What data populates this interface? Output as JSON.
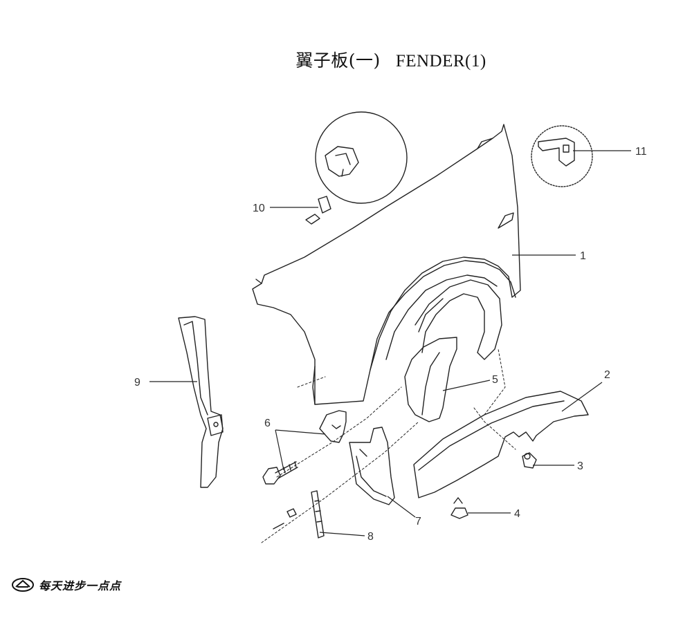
{
  "title": {
    "cn": "翼子板(一)",
    "en": "FENDER(1)"
  },
  "callouts": [
    {
      "id": "c1",
      "label": "1"
    },
    {
      "id": "c2",
      "label": "2"
    },
    {
      "id": "c3",
      "label": "3"
    },
    {
      "id": "c4",
      "label": "4"
    },
    {
      "id": "c5",
      "label": "5"
    },
    {
      "id": "c6",
      "label": "6"
    },
    {
      "id": "c7",
      "label": "7"
    },
    {
      "id": "c8",
      "label": "8"
    },
    {
      "id": "c9",
      "label": "9"
    },
    {
      "id": "c10",
      "label": "10"
    },
    {
      "id": "c11",
      "label": "11"
    }
  ],
  "footer": {
    "slogan": "每天进步一点点",
    "logo_icon": "brand-logo-icon"
  }
}
